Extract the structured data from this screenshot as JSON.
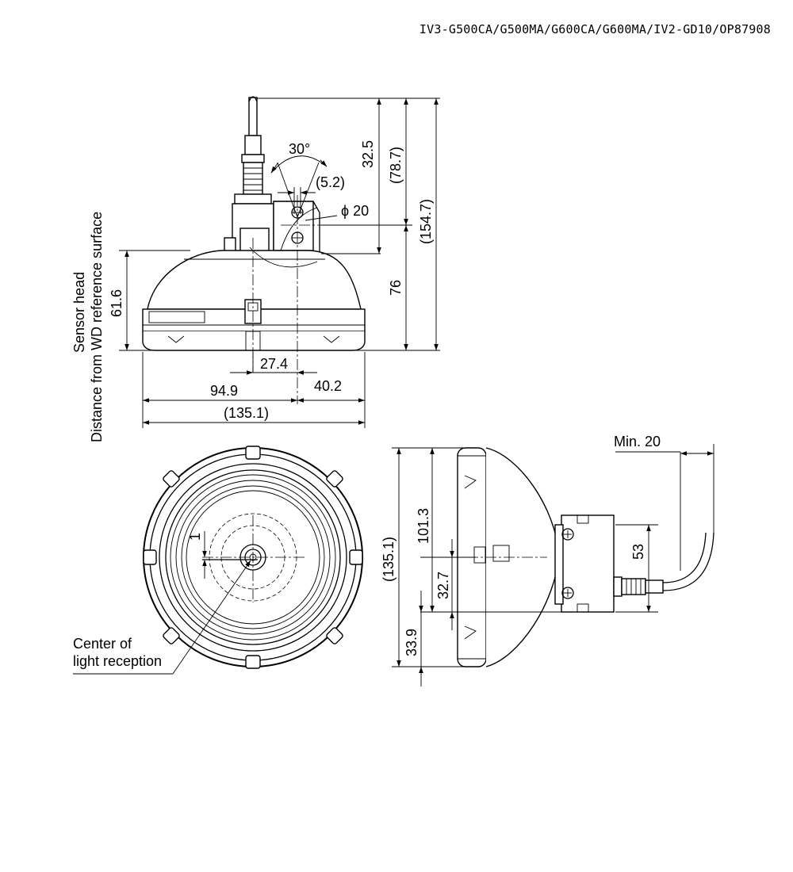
{
  "header": {
    "model_list": "IV3-G500CA/G500MA/G600CA/G600MA/IV2-GD10/OP87908"
  },
  "side_view": {
    "label_line1": "Sensor head",
    "label_line2": "Distance from WD reference surface",
    "dims": {
      "angle": "30°",
      "d32_5": "32.5",
      "d78_7": "(78.7)",
      "d154_7": "(154.7)",
      "d5_2": "(5.2)",
      "phi20": "ϕ 20",
      "d61_6": "61.6",
      "d76": "76",
      "d27_4": "27.4",
      "d94_9": "94.9",
      "d40_2": "40.2",
      "d135_1": "(135.1)"
    }
  },
  "front_view": {
    "dim_1": "1",
    "center_label_line1": "Center of",
    "center_label_line2": "light reception"
  },
  "right_view": {
    "dims": {
      "min20": "Min. 20",
      "d135_1": "(135.1)",
      "d101_3": "101.3",
      "d53": "53",
      "d32_7": "32.7",
      "d33_9": "33.9"
    }
  }
}
